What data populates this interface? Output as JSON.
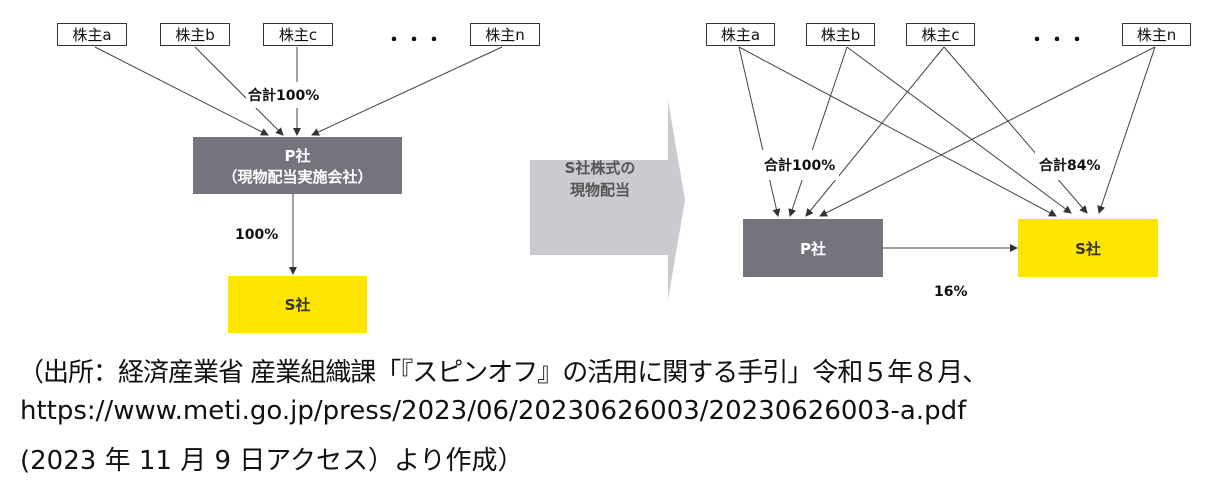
{
  "before": {
    "shareholders": [
      "株主a",
      "株主b",
      "株主c",
      "株主n"
    ],
    "ellipsis": "・・・",
    "total_label": "合計100%",
    "p_company": {
      "name": "P社",
      "subtitle": "（現物配当実施会社）"
    },
    "p_to_s_label": "100%",
    "s_company": "S社"
  },
  "transition": {
    "line1": "S社株式の",
    "line2": "現物配当"
  },
  "after": {
    "shareholders": [
      "株主a",
      "株主b",
      "株主c",
      "株主n"
    ],
    "ellipsis": "・・・",
    "p_total_label": "合計100%",
    "s_total_label": "合計84%",
    "p_company": "P社",
    "s_company": "S社",
    "p_to_s_label": "16%"
  },
  "source": {
    "line1": "（出所：経済産業省 産業組織課「『スピンオフ』の活用に関する手引」令和５年８月、",
    "line2": "https://www.meti.go.jp/press/2023/06/20230626003/20230626003-a.pdf",
    "line3": "(2023 年 11 月 9 日アクセス）より作成）"
  },
  "colors": {
    "p_box": "#74747f",
    "s_box": "#ffe600",
    "arrow": "#c9cbd1"
  }
}
